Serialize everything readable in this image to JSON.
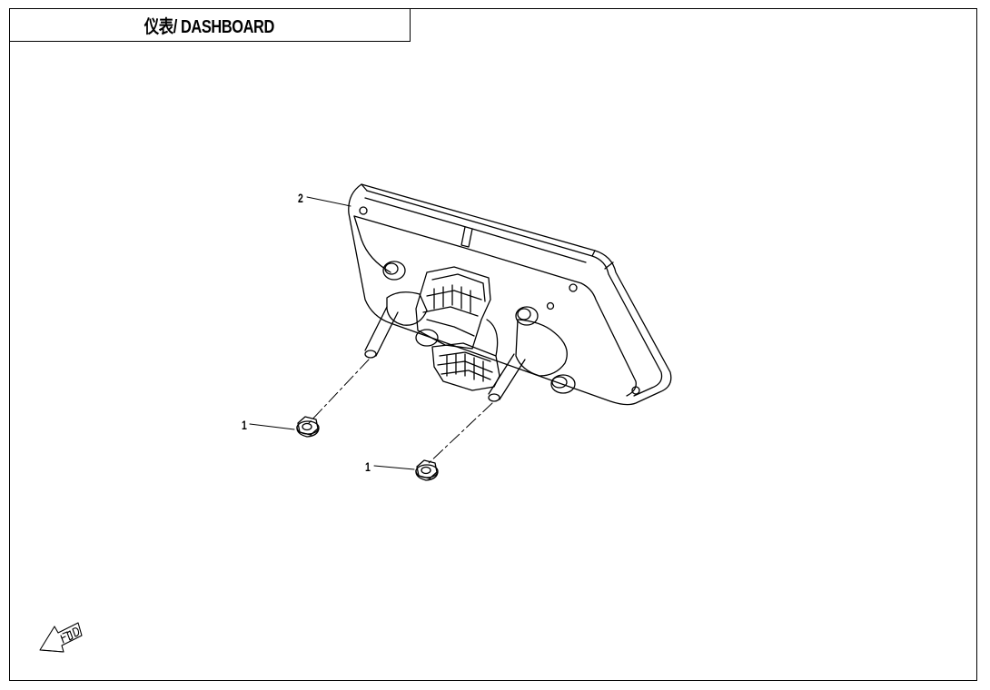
{
  "title": "仪表/ DASHBOARD",
  "callouts": [
    {
      "id": "dashboard-callout",
      "label": "2"
    },
    {
      "id": "nut-callout-a",
      "label": "1"
    },
    {
      "id": "nut-callout-b",
      "label": "1"
    }
  ],
  "fwd_icon": "fwd-arrow-icon"
}
